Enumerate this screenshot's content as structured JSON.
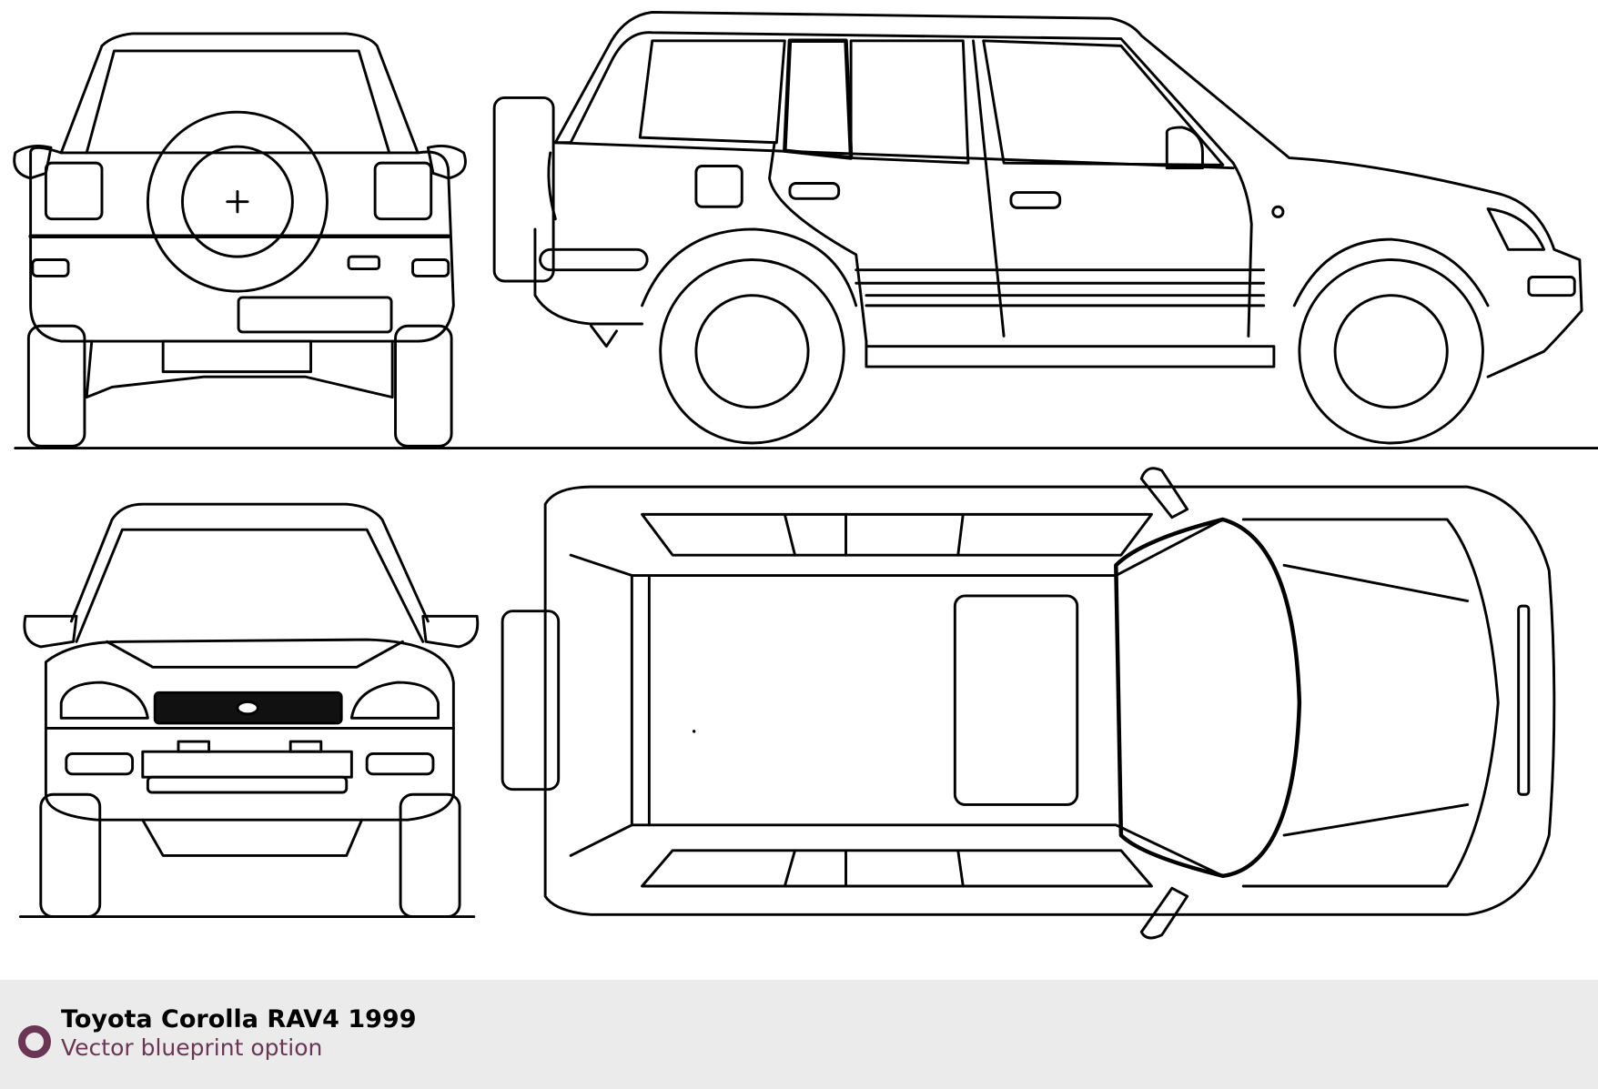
{
  "footer": {
    "title": "Toyota Corolla RAV4 1999",
    "subtitle": "Vector blueprint option",
    "icon": "ring-bullet-icon",
    "accent_color": "#6b3653",
    "background_color": "#ebebeb"
  },
  "views": [
    "rear-view",
    "side-view",
    "front-view",
    "top-view"
  ]
}
